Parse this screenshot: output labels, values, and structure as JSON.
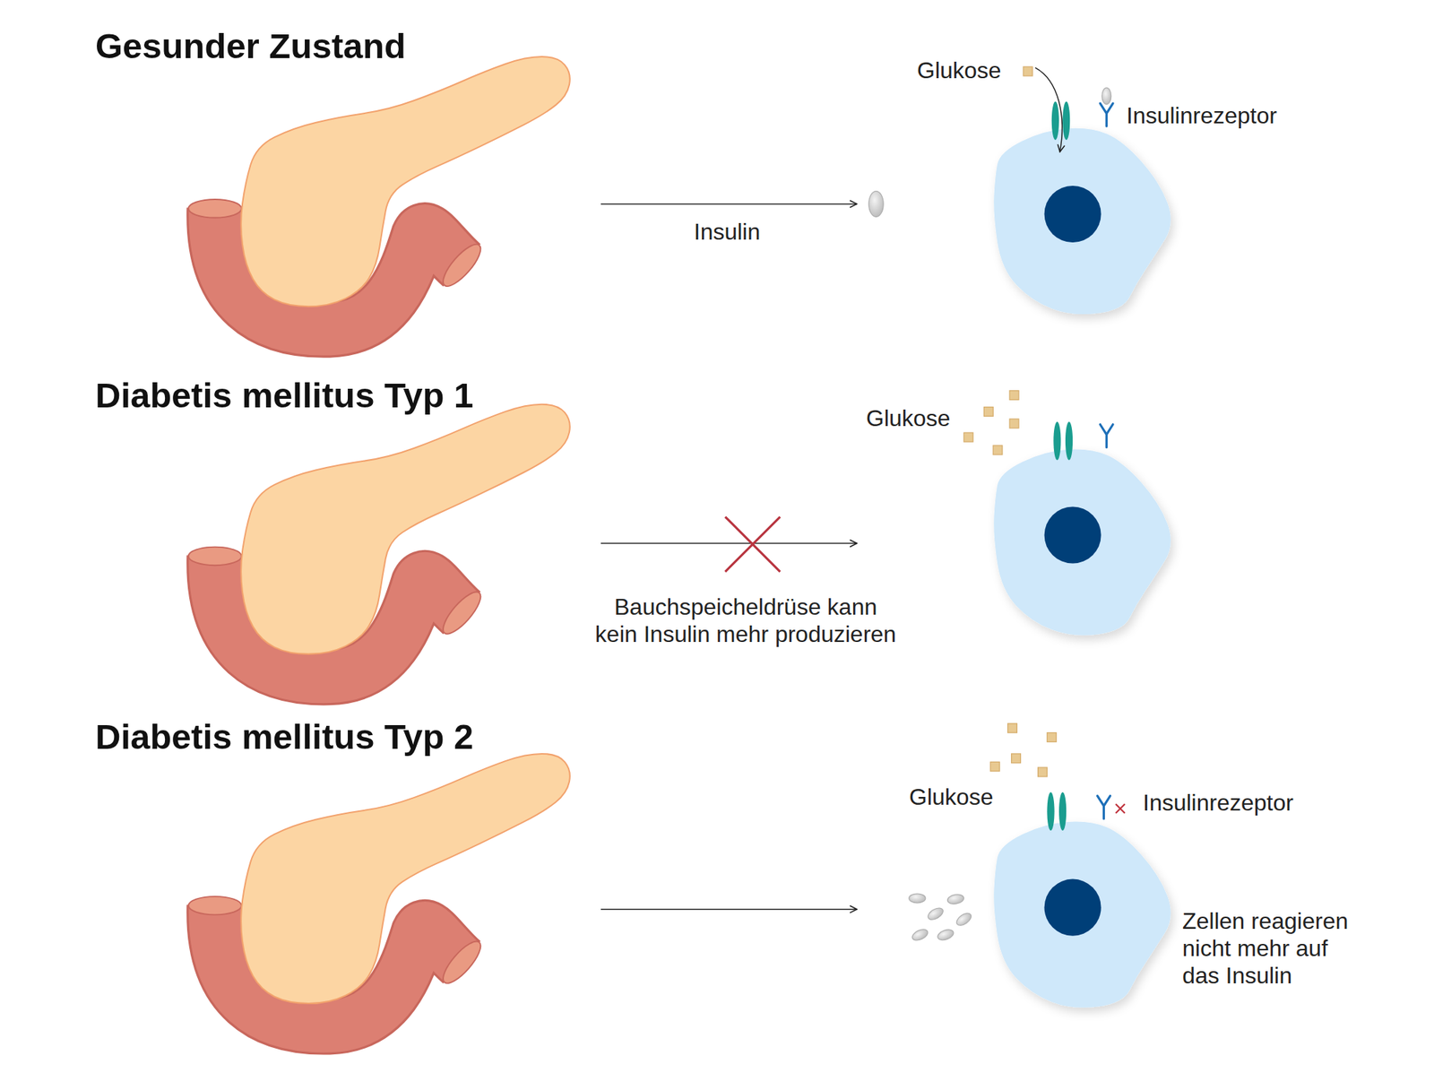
{
  "diagram": {
    "labels": [
      "Gesunder Zustand",
      "Glukose",
      "Insulinrezeptor",
      "Insulin",
      "Diabetis mellitus Typ 1",
      "Glukose",
      "Bauchspeicheldrüse kann kein Insulin mehr produzieren",
      "Diabetis mellitus Typ 2",
      "Glukose",
      "Insulinrezeptor",
      "Zellen reagieren nicht mehr auf das Insulin"
    ]
  }
}
